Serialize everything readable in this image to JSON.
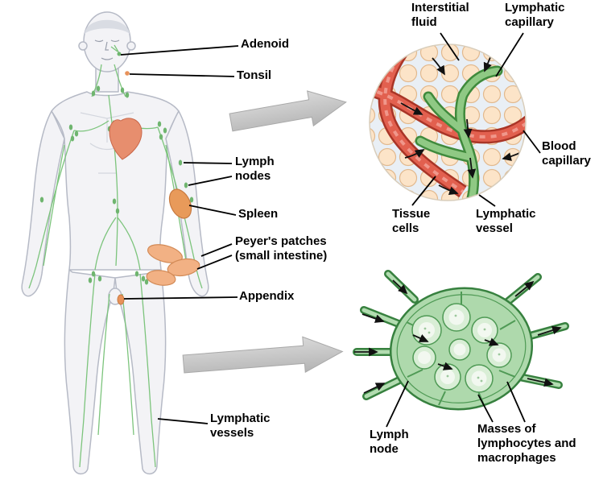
{
  "figure_type": "lymphatic-system-diagram",
  "body": {
    "labels": {
      "adenoid": "Adenoid",
      "tonsil": "Tonsil",
      "lymph_nodes": "Lymph\nnodes",
      "spleen": "Spleen",
      "peyers_patches": "Peyer's patches\n(small intestine)",
      "appendix": "Appendix",
      "lymphatic_vessels": "Lymphatic\nvessels"
    }
  },
  "capillary_inset": {
    "labels": {
      "interstitial_fluid": "Interstitial\nfluid",
      "lymphatic_capillary": "Lymphatic\ncapillary",
      "blood_capillary": "Blood\ncapillary",
      "tissue_cells": "Tissue\ncells",
      "lymphatic_vessel": "Lymphatic\nvessel"
    }
  },
  "node_inset": {
    "labels": {
      "lymph_node": "Lymph\nnode",
      "masses": "Masses of\nlymphocytes and\nmacrophages"
    }
  },
  "colors": {
    "lymph_green": "#7cc47c",
    "node_green_dark": "#37813f",
    "blood_red": "#e2604f",
    "organ_orange": "#e89a5a",
    "tissue_cell": "#fce4c8",
    "arrow_gray": "#c7c7c7",
    "label_text": "#000000"
  }
}
